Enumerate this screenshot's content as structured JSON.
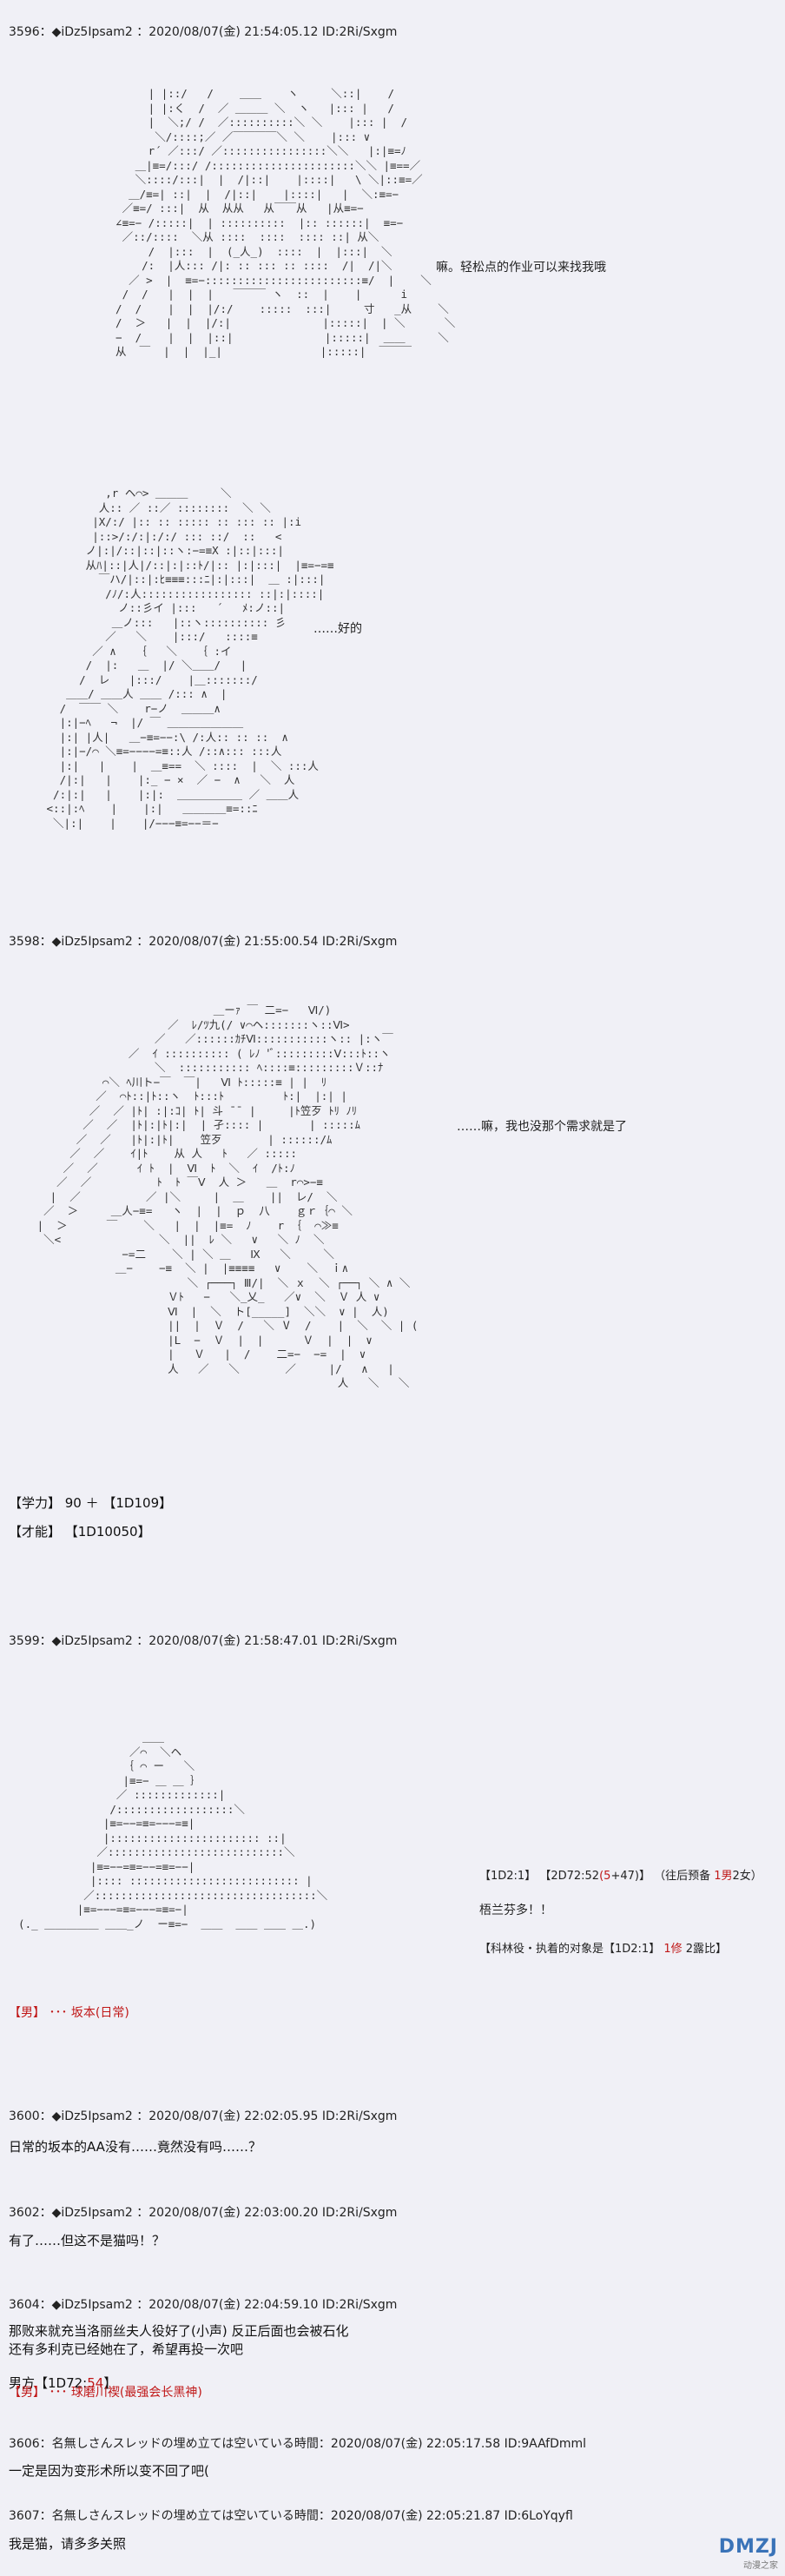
{
  "posts": [
    {
      "header": "3596：◆iDz5Ipsam2 ：2020/08/07(金) 21:54:05.12 ID:2Ri/Sxgm",
      "side_text_1": "嘛。轻松点的作业可以来找我哦",
      "side_text_2": "……好的"
    },
    {
      "header": "3598：◆iDz5Ipsam2 ：2020/08/07(金) 21:55:00.54 ID:2Ri/Sxgm",
      "side_text": "……嘛，我也没那个需求就是了",
      "stat_1": "【学力】 90 ＋ 【1D109】",
      "stat_2": "【才能】 【1D10050】"
    },
    {
      "header": "3599：◆iDz5Ipsam2 ：2020/08/07(金) 21:58:47.01 ID:2Ri/Sxgm",
      "roll_prefix": "【1D2:1】 【2D72:52",
      "roll_mid": "(5",
      "roll_suffix": "+47)】 （往后预备 ",
      "roll_m": "1男",
      "roll_f": "2女",
      "roll_end": "）",
      "name_line": "梧兰芬多！！",
      "target_prefix": "【科林役・执着的对象是【1D2:1】 ",
      "target_1": "1修",
      "target_2": " 2露比",
      "target_end": "】",
      "male_tag": "【男】 ･･･ 坂本(日常)"
    },
    {
      "header": "3600：◆iDz5Ipsam2 ：2020/08/07(金) 22:02:05.95 ID:2Ri/Sxgm",
      "body": "日常的坂本的AA没有……竟然没有吗……？"
    },
    {
      "header": "3602：◆iDz5Ipsam2 ：2020/08/07(金) 22:03:00.20 ID:2Ri/Sxgm",
      "body": "有了……但这不是猫吗！？"
    },
    {
      "header": "3604：◆iDz5Ipsam2 ：2020/08/07(金) 22:04:59.10 ID:2Ri/Sxgm",
      "body_1": "那败来就充当洛丽丝夫人役好了(小声) 反正后面也会被石化",
      "body_2": "还有多利克已经她在了，希望再投一次吧",
      "body_3": "男方【1D72:",
      "body_3_red": "54",
      "body_3_end": "】",
      "male_tag": "【男】 ･･･ 球磨川禊(最强会长黑神)"
    },
    {
      "header": "3606：名無しさんスレッドの埋め立ては空いている時間：2020/08/07(金) 22:05:17.58 ID:9AAfDmml",
      "body": "一定是因为变形术所以变不回了吧("
    },
    {
      "header": "3607：名無しさんスレッドの埋め立ては空いている時間：2020/08/07(金) 22:05:21.87 ID:6LoYqyfl",
      "body": "我是猫，请多多关照"
    }
  ],
  "watermark": "DMZJ",
  "watermark_sub": "动漫之家"
}
